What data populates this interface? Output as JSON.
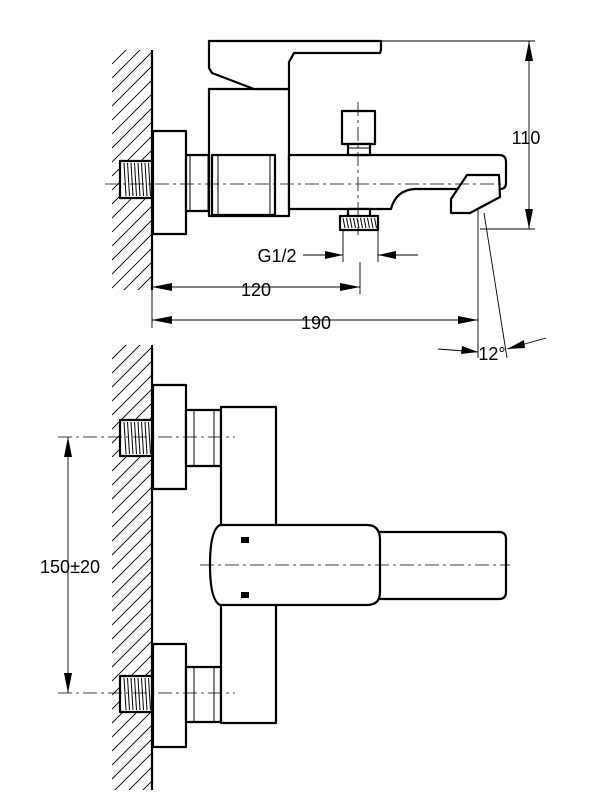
{
  "dimensions": {
    "height_top": "110",
    "thread": "G1/2",
    "wall_to_outlet": "120",
    "wall_to_spout": "190",
    "spout_angle": "12°",
    "inlet_spacing": "150±20"
  }
}
